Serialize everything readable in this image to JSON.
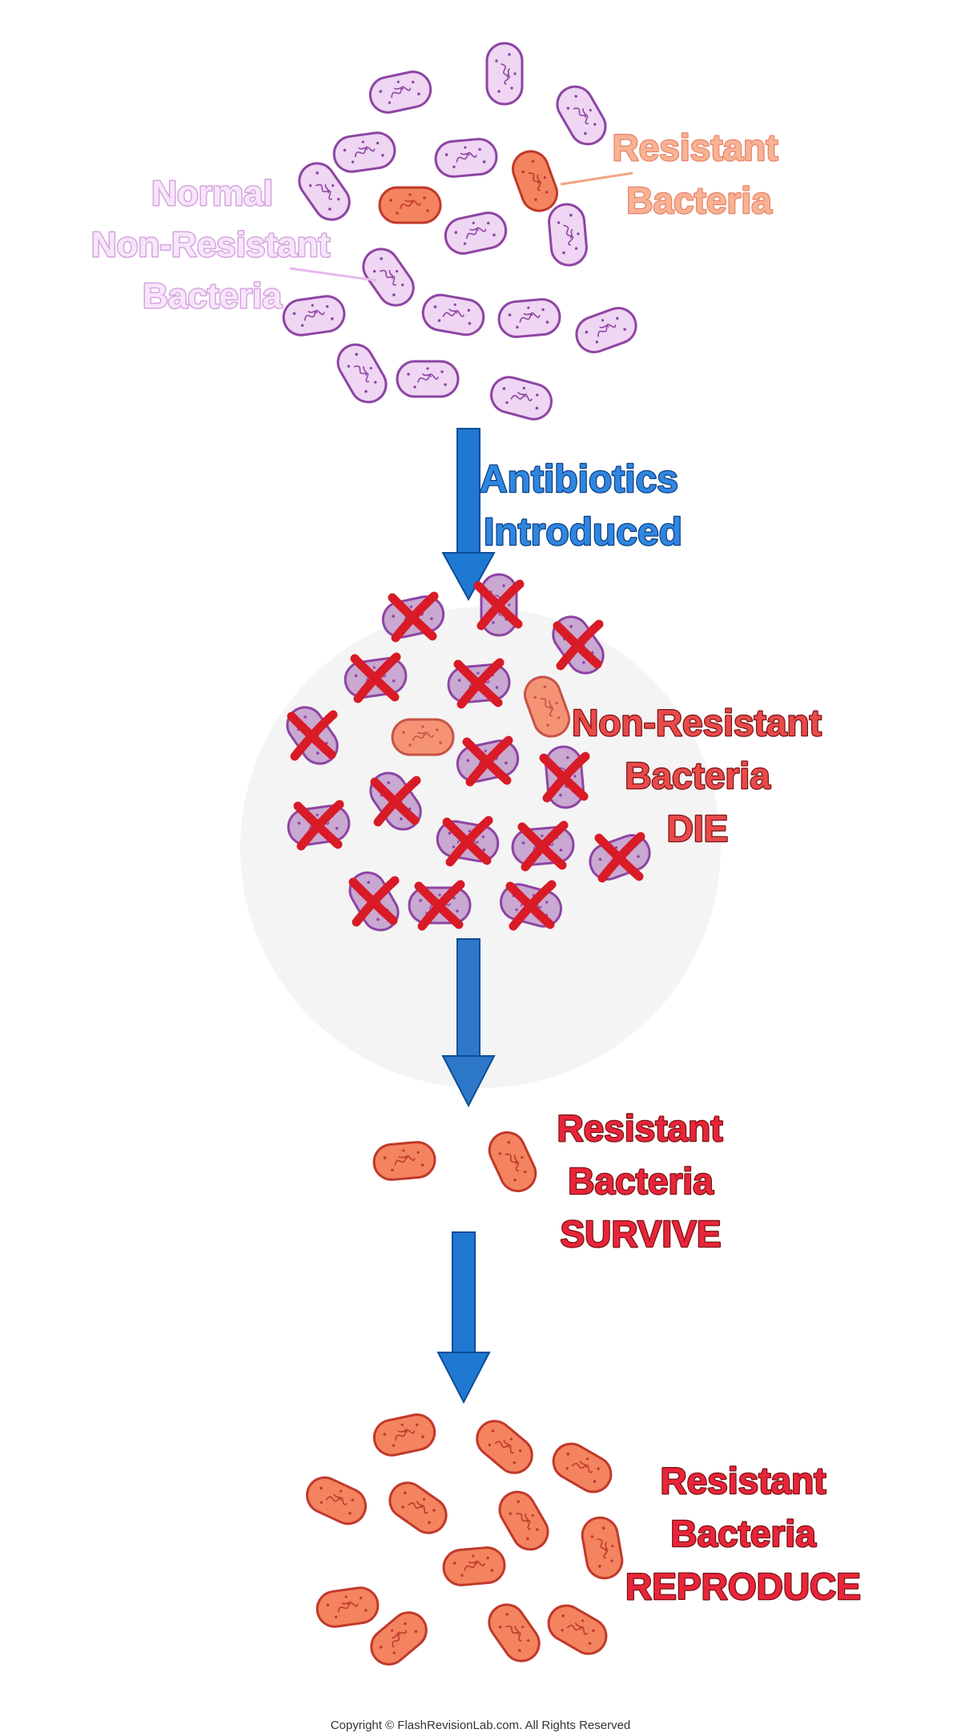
{
  "labels": {
    "normal_line1": "Normal",
    "normal_line2": "Non-Resistant",
    "normal_line3": "Bacteria",
    "resistant_line1": "Resistant",
    "resistant_line2": "Bacteria",
    "antibiotics_line1": "Antibiotics",
    "antibiotics_line2": "Introduced",
    "die_line1": "Non-Resistant",
    "die_line2": "Bacteria",
    "die_line3": "DIE",
    "survive_line1": "Resistant",
    "survive_line2": "Bacteria",
    "survive_line3": "SURVIVE",
    "reproduce_line1": "Resistant",
    "reproduce_line2": "Bacteria",
    "reproduce_line3": "REPRODUCE"
  },
  "copyright": "Copyright © FlashRevisionLab.com. All Rights Reserved",
  "colors": {
    "normal_fill": "#efd6f3",
    "normal_stroke": "#8e44a3",
    "resistant_fill": "#f4845f",
    "resistant_stroke": "#c0392b",
    "arrow": "#1f78d1",
    "cross": "#d81b26",
    "label_normal": "#e7b8ef",
    "label_resistant": "#f4a582",
    "label_antibiotics": "#1e73d8",
    "label_red": "#e8253a"
  }
}
